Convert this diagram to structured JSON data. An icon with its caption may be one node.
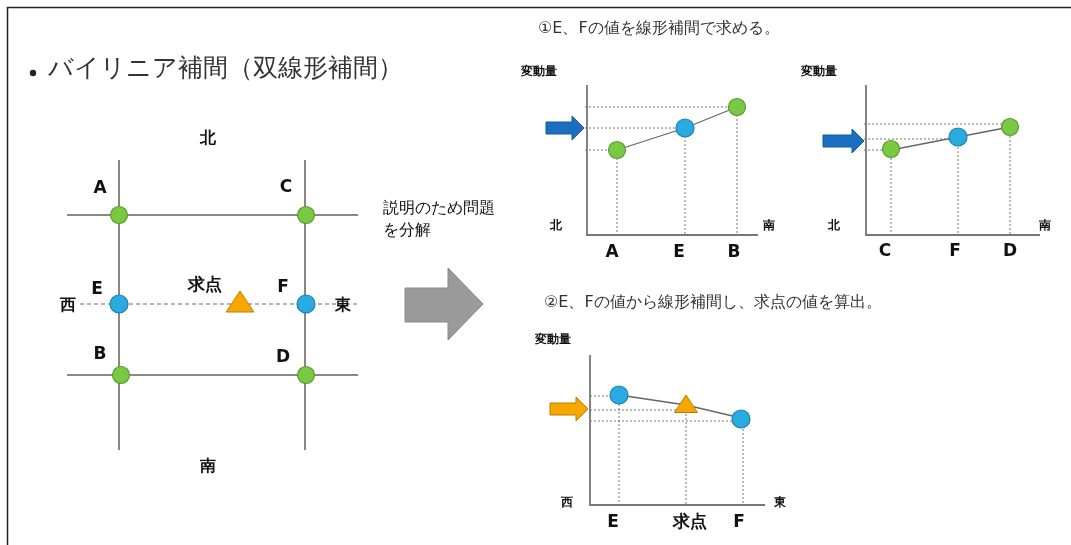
{
  "diagram": {
    "title": "バイリニア補間（双線形補間）",
    "labels": [
      "北",
      "A",
      "C",
      "E",
      "求点",
      "F",
      "西",
      "東",
      "B",
      "D",
      "南",
      "説明のため問題を分解",
      "①E、Fの値を線形補間で求める。",
      "変動量",
      "北",
      "南",
      "A",
      "E",
      "B",
      "変動量",
      "北",
      "南",
      "C",
      "F",
      "D",
      "②E、Fの値から線形補間し、求点の値を算出。",
      "変動量",
      "西",
      "東",
      "E",
      "求点",
      "F"
    ]
  }
}
